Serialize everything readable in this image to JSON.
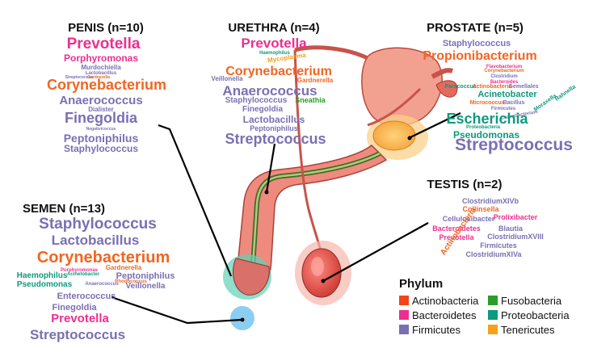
{
  "colors": {
    "Actinobacteria": "#f26522",
    "Bacteroidetes": "#ec2f8f",
    "Firmicutes": "#7b6fb2",
    "Fusobacteria": "#2a9d2a",
    "Proteobacteria": "#0e9a7e",
    "Tenericutes": "#f5a11b"
  },
  "legend": {
    "title": "Phylum",
    "items": [
      {
        "label": "Actinobacteria",
        "key": "Actinobacteria",
        "color": "#f2451b"
      },
      {
        "label": "Bacteroidetes",
        "key": "Bacteroidetes",
        "color": "#ec2f8f"
      },
      {
        "label": "Firmicutes",
        "key": "Firmicutes",
        "color": "#7b6fb2"
      },
      {
        "label": "Fusobacteria",
        "key": "Fusobacteria",
        "color": "#2a9d2a"
      },
      {
        "label": "Proteobacteria",
        "key": "Proteobacteria",
        "color": "#0e9a7e"
      },
      {
        "label": "Tenericutes",
        "key": "Tenericutes",
        "color": "#f5a11b"
      }
    ]
  },
  "sites": [
    {
      "id": "penis",
      "title": "PENIS (n=10)",
      "words": [
        {
          "t": "Prevotella",
          "p": "Bacteroidetes"
        },
        {
          "t": "Porphyromonas",
          "p": "Bacteroidetes"
        },
        {
          "t": "Murdochiella",
          "p": "Firmicutes"
        },
        {
          "t": "Lactobacillus",
          "p": "Firmicutes"
        },
        {
          "t": "Streptococcus",
          "p": "Firmicutes"
        },
        {
          "t": "Gardnerella",
          "p": "Actinobacteria"
        },
        {
          "t": "Corynebacterium",
          "p": "Actinobacteria"
        },
        {
          "t": "Anaerococcus",
          "p": "Firmicutes"
        },
        {
          "t": "Dialister",
          "p": "Firmicutes"
        },
        {
          "t": "Finegoldia",
          "p": "Firmicutes"
        },
        {
          "t": "Negativicoccus",
          "p": "Firmicutes"
        },
        {
          "t": "Peptoniphilus",
          "p": "Firmicutes"
        },
        {
          "t": "Staphylococcus",
          "p": "Firmicutes"
        }
      ]
    },
    {
      "id": "urethra",
      "title": "URETHRA (n=4)",
      "words": [
        {
          "t": "Prevotella",
          "p": "Bacteroidetes"
        },
        {
          "t": "Haemophilus",
          "p": "Proteobacteria"
        },
        {
          "t": "Mycoplasma",
          "p": "Tenericutes"
        },
        {
          "t": "Corynebacterium",
          "p": "Actinobacteria"
        },
        {
          "t": "Veillonella",
          "p": "Firmicutes"
        },
        {
          "t": "Gardnerella",
          "p": "Actinobacteria"
        },
        {
          "t": "Anaerococcus",
          "p": "Firmicutes"
        },
        {
          "t": "Staphylococcus",
          "p": "Firmicutes"
        },
        {
          "t": "Sneathia",
          "p": "Fusobacteria"
        },
        {
          "t": "Finegoldia",
          "p": "Firmicutes"
        },
        {
          "t": "Lactobacillus",
          "p": "Firmicutes"
        },
        {
          "t": "Peptoniphilus",
          "p": "Firmicutes"
        },
        {
          "t": "Streptococcus",
          "p": "Firmicutes"
        }
      ]
    },
    {
      "id": "prostate",
      "title": "PROSTATE (n=5)",
      "words": [
        {
          "t": "Staphylococcus",
          "p": "Firmicutes"
        },
        {
          "t": "Propionibacterium",
          "p": "Actinobacteria"
        },
        {
          "t": "Flavobacterium",
          "p": "Bacteroidetes"
        },
        {
          "t": "Corynebacterium",
          "p": "Actinobacteria"
        },
        {
          "t": "Clostridium",
          "p": "Firmicutes"
        },
        {
          "t": "Bacteroides",
          "p": "Bacteroidetes"
        },
        {
          "t": "Paracoccus",
          "p": "Proteobacteria"
        },
        {
          "t": "Actinobacteria",
          "p": "Actinobacteria"
        },
        {
          "t": "Gemellales",
          "p": "Firmicutes"
        },
        {
          "t": "Acinetobacter",
          "p": "Proteobacteria"
        },
        {
          "t": "Micrococcus",
          "p": "Actinobacteria"
        },
        {
          "t": "Bacillus",
          "p": "Firmicutes"
        },
        {
          "t": "Firmicutes",
          "p": "Firmicutes"
        },
        {
          "t": "Moraxella",
          "p": "Proteobacteria"
        },
        {
          "t": "Rahnella",
          "p": "Proteobacteria"
        },
        {
          "t": "Carnobacterium",
          "p": "Firmicutes"
        },
        {
          "t": "Escherichia",
          "p": "Proteobacteria"
        },
        {
          "t": "Proteobacteria",
          "p": "Proteobacteria"
        },
        {
          "t": "Pseudomonas",
          "p": "Proteobacteria"
        },
        {
          "t": "Streptococcus",
          "p": "Firmicutes"
        }
      ]
    },
    {
      "id": "testis",
      "title": "TESTIS (n=2)",
      "words": [
        {
          "t": "ClostridiumXIVb",
          "p": "Firmicutes"
        },
        {
          "t": "Collinsella",
          "p": "Actinobacteria"
        },
        {
          "t": "Cellulosibacter",
          "p": "Firmicutes"
        },
        {
          "t": "Prolixibacter",
          "p": "Bacteroidetes"
        },
        {
          "t": "Bacteroidetes",
          "p": "Bacteroidetes"
        },
        {
          "t": "Blautia",
          "p": "Firmicutes"
        },
        {
          "t": "Prevotella",
          "p": "Bacteroidetes"
        },
        {
          "t": "Actinobacteria",
          "p": "Actinobacteria"
        },
        {
          "t": "ClostridiumXVIII",
          "p": "Firmicutes"
        },
        {
          "t": "Firmicutes",
          "p": "Firmicutes"
        },
        {
          "t": "ClostridiumXIVa",
          "p": "Firmicutes"
        }
      ]
    },
    {
      "id": "semen",
      "title": "SEMEN (n=13)",
      "words": [
        {
          "t": "Staphylococcus",
          "p": "Firmicutes"
        },
        {
          "t": "Lactobacillus",
          "p": "Firmicutes"
        },
        {
          "t": "Corynebacterium",
          "p": "Actinobacteria"
        },
        {
          "t": "Porphyromonas",
          "p": "Bacteroidetes"
        },
        {
          "t": "Gardnerella",
          "p": "Actinobacteria"
        },
        {
          "t": "Haemophilus",
          "p": "Proteobacteria"
        },
        {
          "t": "Acinetobacter",
          "p": "Proteobacteria"
        },
        {
          "t": "Peptoniphilus",
          "p": "Firmicutes"
        },
        {
          "t": "Pseudomonas",
          "p": "Proteobacteria"
        },
        {
          "t": "Anaerococcus",
          "p": "Firmicutes"
        },
        {
          "t": "Rhodococcus",
          "p": "Actinobacteria"
        },
        {
          "t": "Veillonella",
          "p": "Firmicutes"
        },
        {
          "t": "Enterococcus",
          "p": "Firmicutes"
        },
        {
          "t": "Finegoldia",
          "p": "Firmicutes"
        },
        {
          "t": "Prevotella",
          "p": "Bacteroidetes"
        },
        {
          "t": "Streptococcus",
          "p": "Firmicutes"
        }
      ]
    }
  ]
}
